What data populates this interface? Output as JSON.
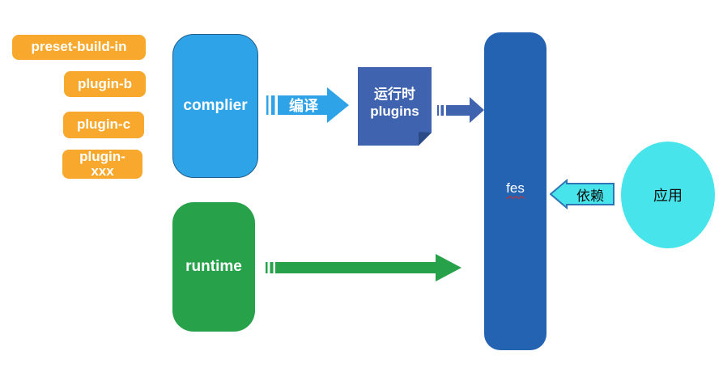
{
  "diagram": {
    "plugins": {
      "items": [
        {
          "label": "preset-build-in"
        },
        {
          "label": "plugin-b"
        },
        {
          "label": "plugin-c"
        },
        {
          "label": "plugin-xxx"
        }
      ]
    },
    "nodes": {
      "complier": {
        "label": "complier"
      },
      "runtime_plugins": {
        "label_zh": "运行时",
        "label_en": "plugins"
      },
      "fes": {
        "label": "fes"
      },
      "runtime": {
        "label": "runtime"
      },
      "app": {
        "label": "应用"
      }
    },
    "arrows": {
      "compile": {
        "label": "编译"
      },
      "depend": {
        "label": "依赖"
      }
    }
  },
  "colors": {
    "orange": "#F8A82C",
    "light-blue": "#2FA3E8",
    "navy-border": "#1F5E8C",
    "mid-blue": "#3F63AE",
    "fold-blue": "#2B4B86",
    "dark-blue": "#2363B2",
    "green": "#27A24A",
    "cyan": "#47E5EB",
    "depend-border": "#2E75B6",
    "spell-red": "#E02B20",
    "text-white": "#FFFFFF",
    "text-black": "#0B0B0B"
  }
}
